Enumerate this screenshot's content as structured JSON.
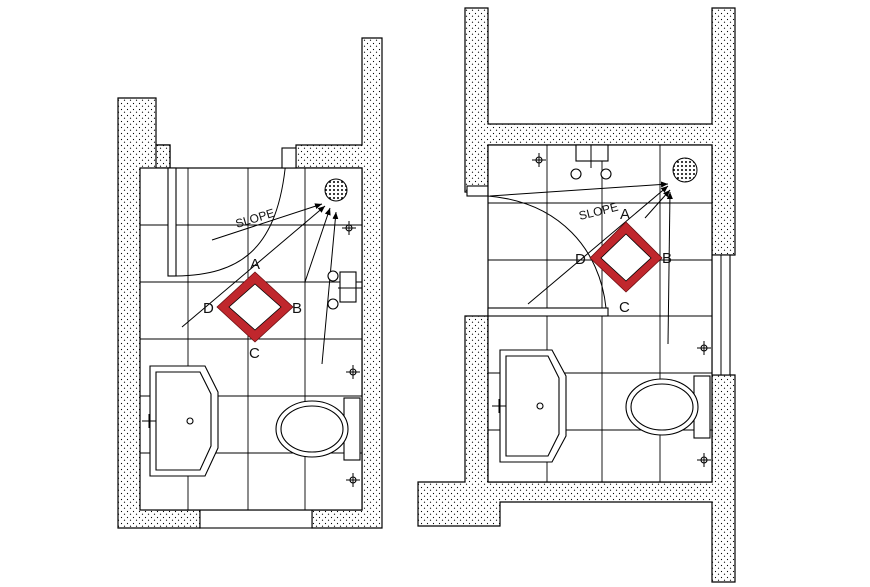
{
  "plans": [
    {
      "slope_text": "SLOPE",
      "markers": {
        "a": "A",
        "b": "B",
        "c": "C",
        "d": "D"
      }
    },
    {
      "slope_text": "SLOPE",
      "markers": {
        "a": "A",
        "b": "B",
        "c": "C",
        "d": "D"
      }
    }
  ],
  "colors": {
    "floor_trap": "#c0272d",
    "line": "#000000",
    "wall_hatch": "#000000"
  }
}
